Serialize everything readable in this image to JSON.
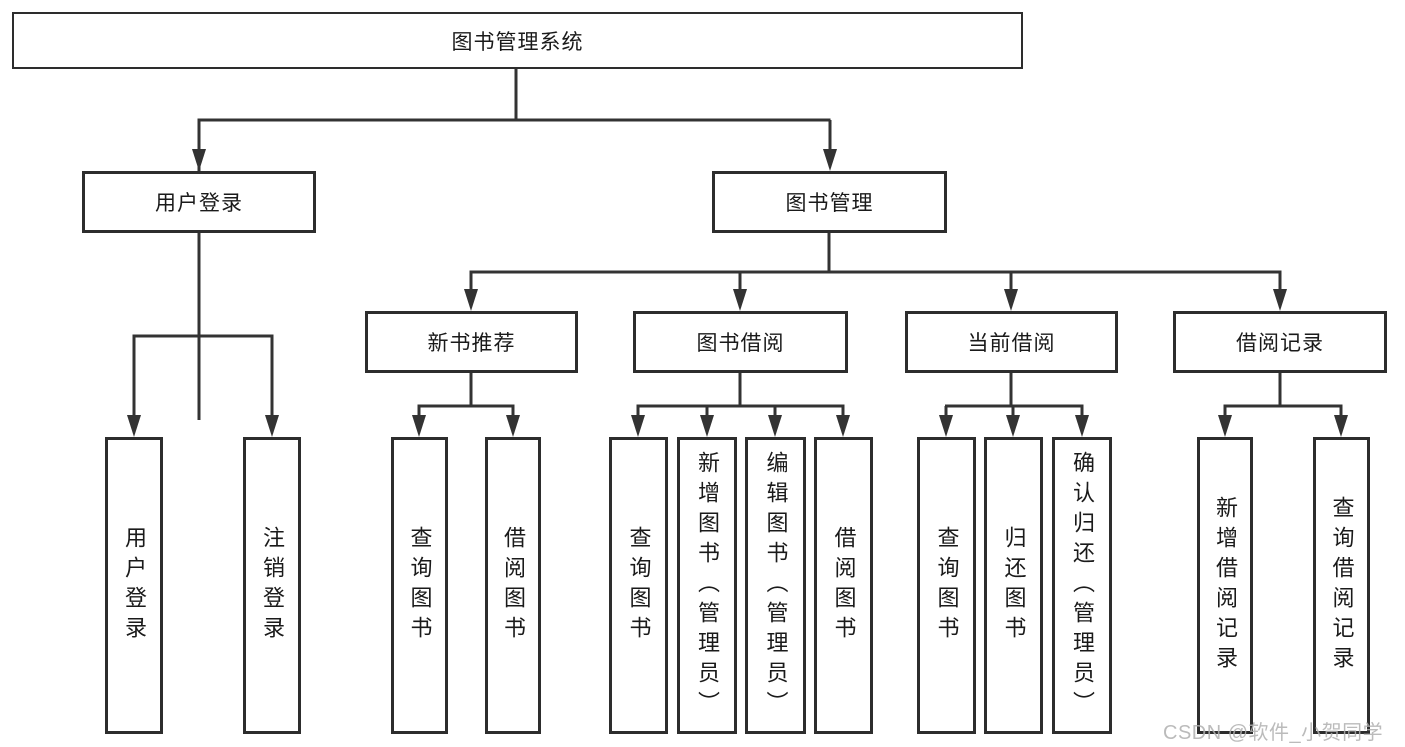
{
  "diagram": {
    "title": "图书管理系统",
    "branches": [
      {
        "label": "用户登录",
        "children": [
          {
            "label": "用户登录"
          },
          {
            "label": "注销登录"
          }
        ]
      },
      {
        "label": "图书管理",
        "children": [
          {
            "label": "新书推荐",
            "children": [
              {
                "label": "查询图书"
              },
              {
                "label": "借阅图书"
              }
            ]
          },
          {
            "label": "图书借阅",
            "children": [
              {
                "label": "查询图书"
              },
              {
                "label": "新增图书（管理员）"
              },
              {
                "label": "编辑图书（管理员）"
              },
              {
                "label": "借阅图书"
              }
            ]
          },
          {
            "label": "当前借阅",
            "children": [
              {
                "label": "查询图书"
              },
              {
                "label": "归还图书"
              },
              {
                "label": "确认归还（管理员）"
              }
            ]
          },
          {
            "label": "借阅记录",
            "children": [
              {
                "label": "新增借阅记录"
              },
              {
                "label": "查询借阅记录"
              }
            ]
          }
        ]
      }
    ]
  },
  "watermark": {
    "text": "CSDN @软件_小贺同学"
  },
  "colors": {
    "line": "#333333",
    "box_border": "#2d2d2d",
    "text": "#1a1a1a",
    "watermark": "#b0b0b0",
    "background": "#ffffff"
  }
}
